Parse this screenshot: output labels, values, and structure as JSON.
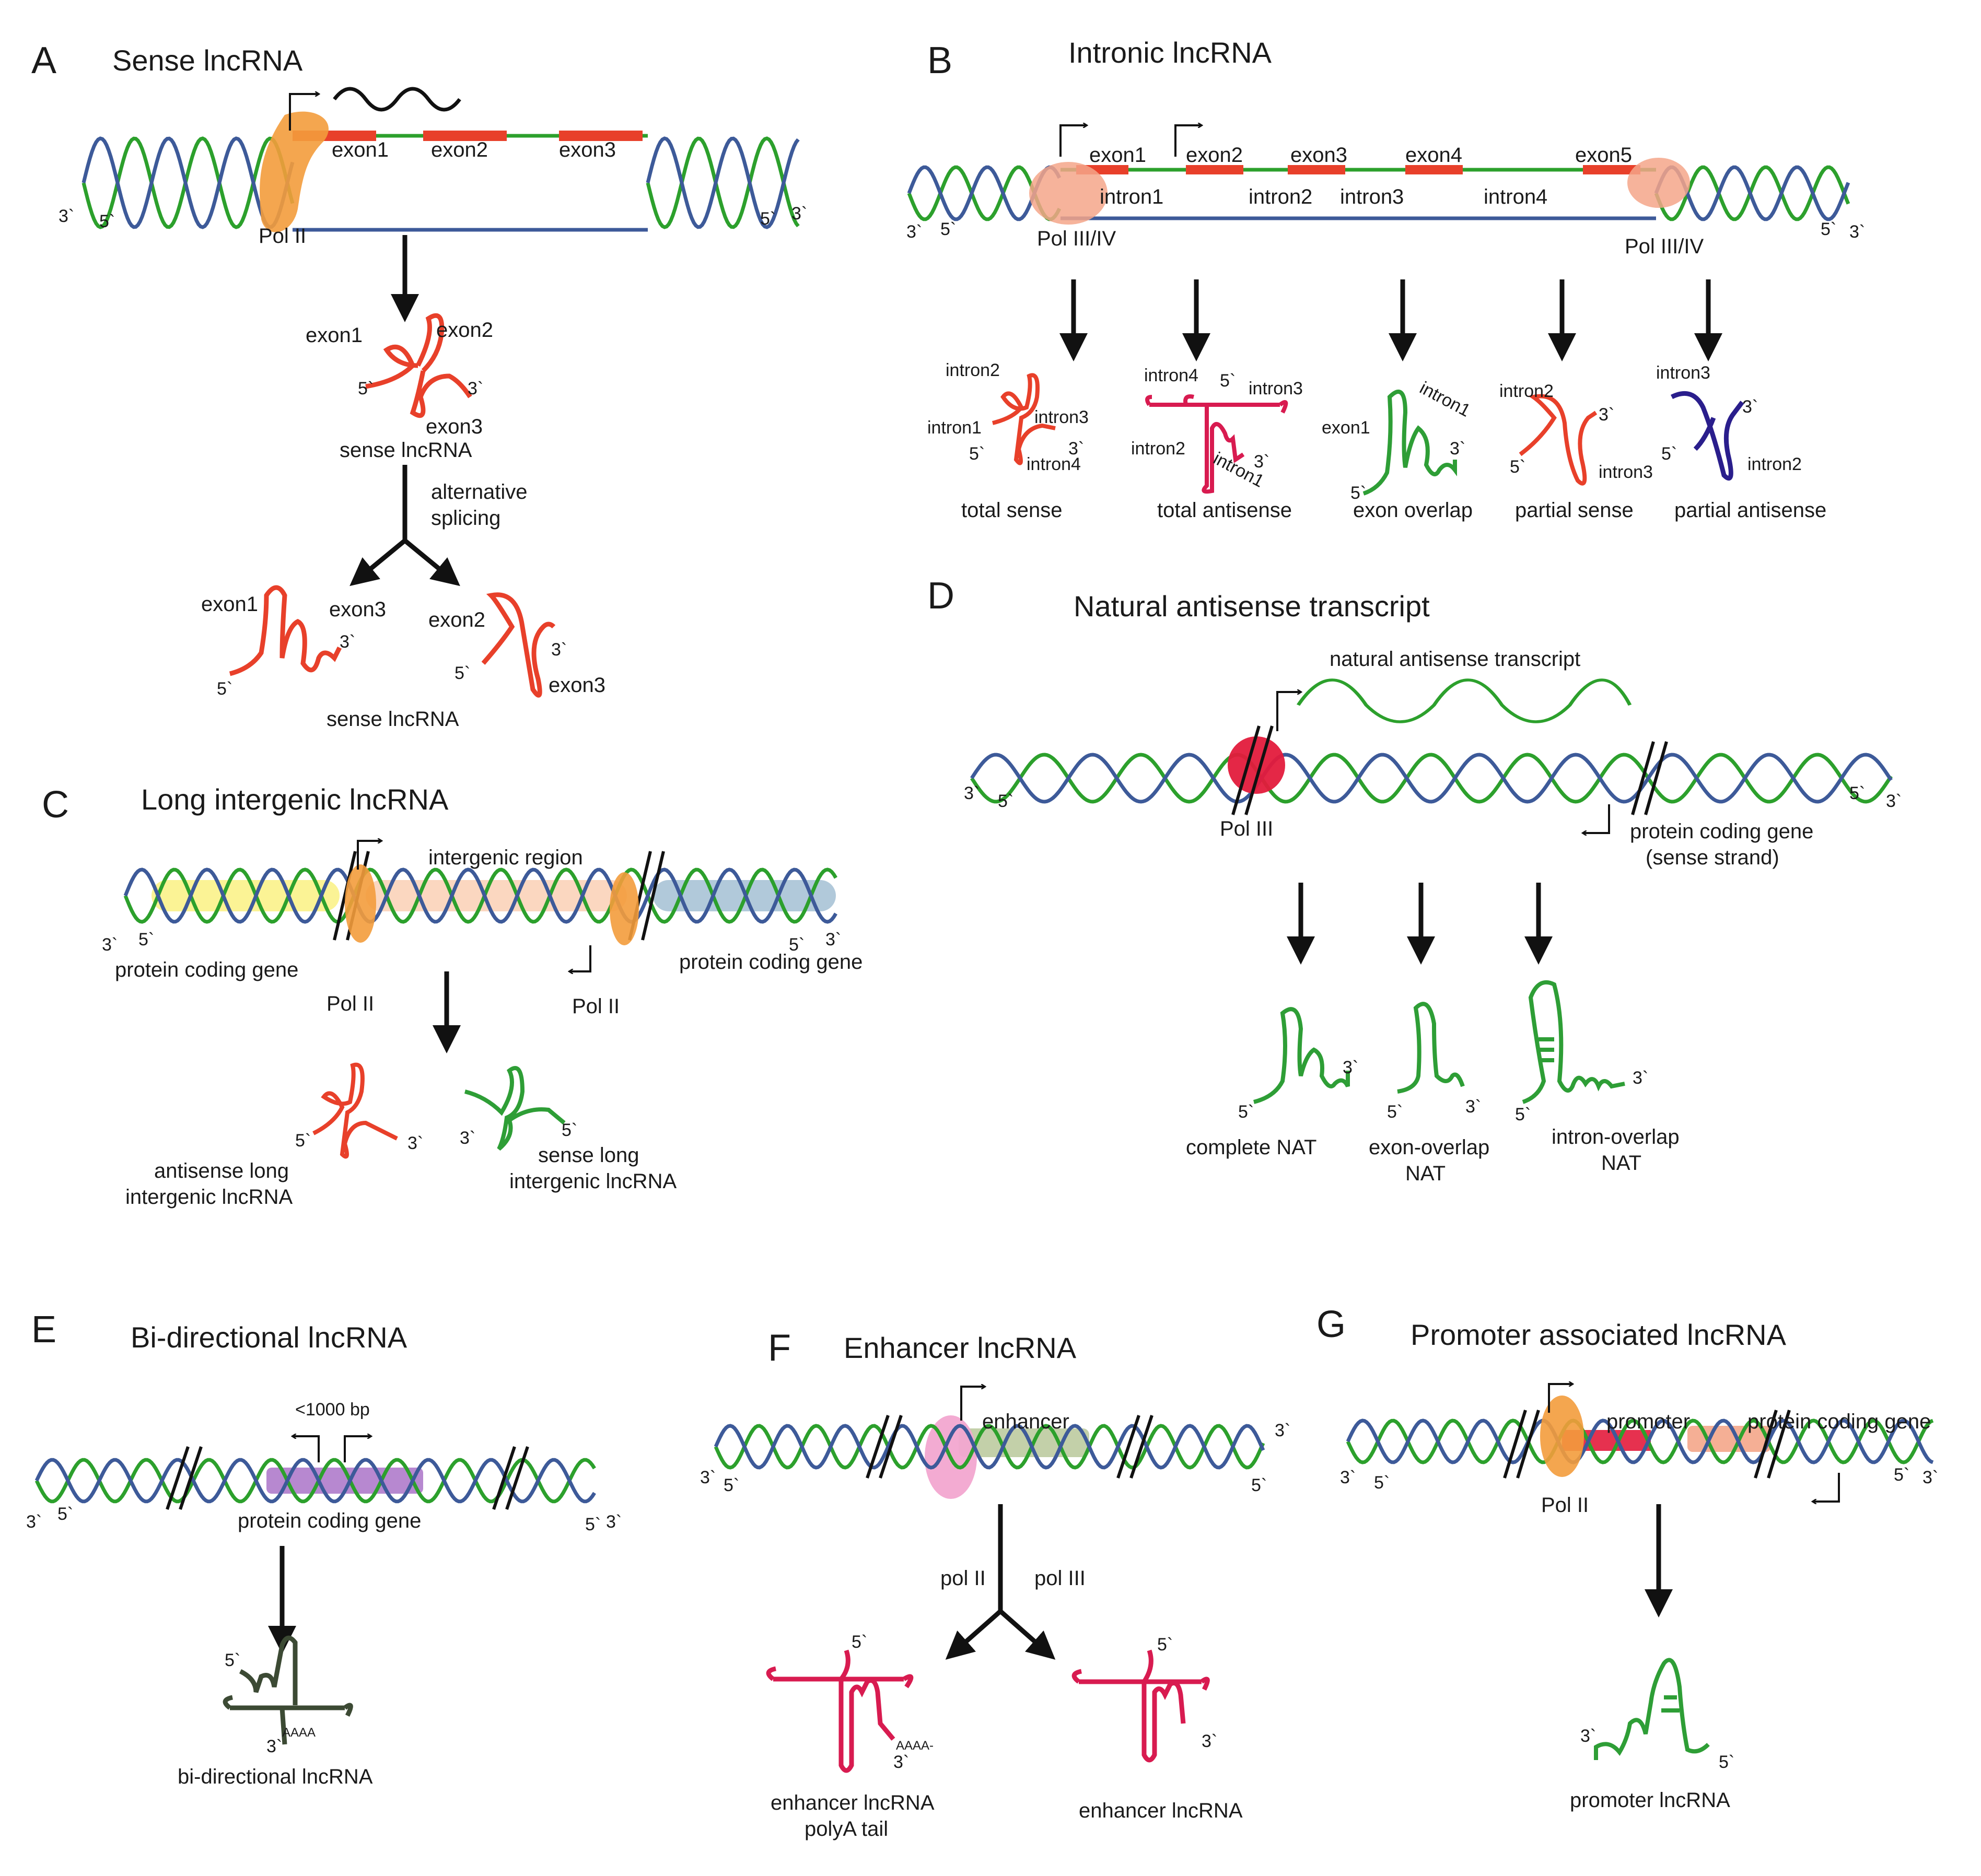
{
  "colors": {
    "strand_green": "#2ca02c",
    "strand_blue": "#3d5a99",
    "rna_red": "#e8402a",
    "rna_crimson": "#d81b50",
    "rna_green": "#2e9e36",
    "rna_purple": "#2a1e8c",
    "rna_dark": "#3c4a34",
    "pol_orange": "#f39c3c",
    "pol_salmon": "#f4a68a",
    "pol_pink": "#f2a7d0",
    "pol_red": "#e31b3c",
    "region_yellow": "#fbf28a",
    "region_peach": "#fbd3b9",
    "region_steel": "#a9c3d6",
    "region_purple": "#a56ac4",
    "region_olive": "#b9c89a"
  },
  "panels": {
    "A": {
      "letter": "A",
      "title": "Sense lncRNA",
      "exon1": "exon1",
      "exon2": "exon2",
      "exon3": "exon3",
      "pol": "Pol II",
      "p3": "3`",
      "p5": "5`",
      "product": "sense lncRNA",
      "splicing_line1": "alternative",
      "splicing_line2": "splicing",
      "final": "sense lncRNA"
    },
    "B": {
      "letter": "B",
      "title": "Intronic lncRNA",
      "exon1": "exon1",
      "exon2": "exon2",
      "exon3": "exon3",
      "exon4": "exon4",
      "exon5": "exon5",
      "intron1": "intron1",
      "intron2": "intron2",
      "intron3": "intron3",
      "intron4": "intron4",
      "pol_left": "Pol III/IV",
      "pol_right": "Pol III/IV",
      "p3": "3`",
      "p5": "5`",
      "total_sense": "total sense",
      "total_antisense": "total antisense",
      "exon_overlap": "exon overlap",
      "partial_sense": "partial sense",
      "partial_antisense": "partial antisense"
    },
    "C": {
      "letter": "C",
      "title": "Long intergenic lncRNA",
      "region": "intergenic region",
      "gene_left": "protein coding gene",
      "gene_right": "protein coding gene",
      "pol_left": "Pol II",
      "pol_right": "Pol II",
      "p3": "3`",
      "p5": "5`",
      "antisense_line1": "antisense long",
      "antisense_line2": "intergenic lncRNA",
      "sense_line1": "sense long",
      "sense_line2": "intergenic lncRNA"
    },
    "D": {
      "letter": "D",
      "title": "Natural antisense transcript",
      "nat_label": "natural antisense transcript",
      "pol": "Pol III",
      "gene_line1": "protein coding gene",
      "gene_line2": "(sense strand)",
      "p3": "3`",
      "p5": "5`",
      "complete": "complete NAT",
      "exon_line1": "exon-overlap",
      "exon_line2": "NAT",
      "intron_line1": "intron-overlap",
      "intron_line2": "NAT"
    },
    "E": {
      "letter": "E",
      "title": "Bi-directional lncRNA",
      "distance": "<1000 bp",
      "gene": "protein coding gene",
      "p3": "3`",
      "p5": "5`",
      "polyA": "AAAA",
      "product": "bi-directional lncRNA"
    },
    "F": {
      "letter": "F",
      "title": "Enhancer lncRNA",
      "enhancer": "enhancer",
      "pol2": "pol II",
      "pol3": "pol III",
      "p3": "3`",
      "p5": "5`",
      "polyA": "AAAA-",
      "left_line1": "enhancer lncRNA",
      "left_line2": "polyA tail",
      "right": "enhancer lncRNA"
    },
    "G": {
      "letter": "G",
      "title": "Promoter associated lncRNA",
      "promoter": "promoter",
      "gene": "protein coding gene",
      "pol": "Pol II",
      "p3": "3`",
      "p5": "5`",
      "product": "promoter lncRNA"
    }
  }
}
